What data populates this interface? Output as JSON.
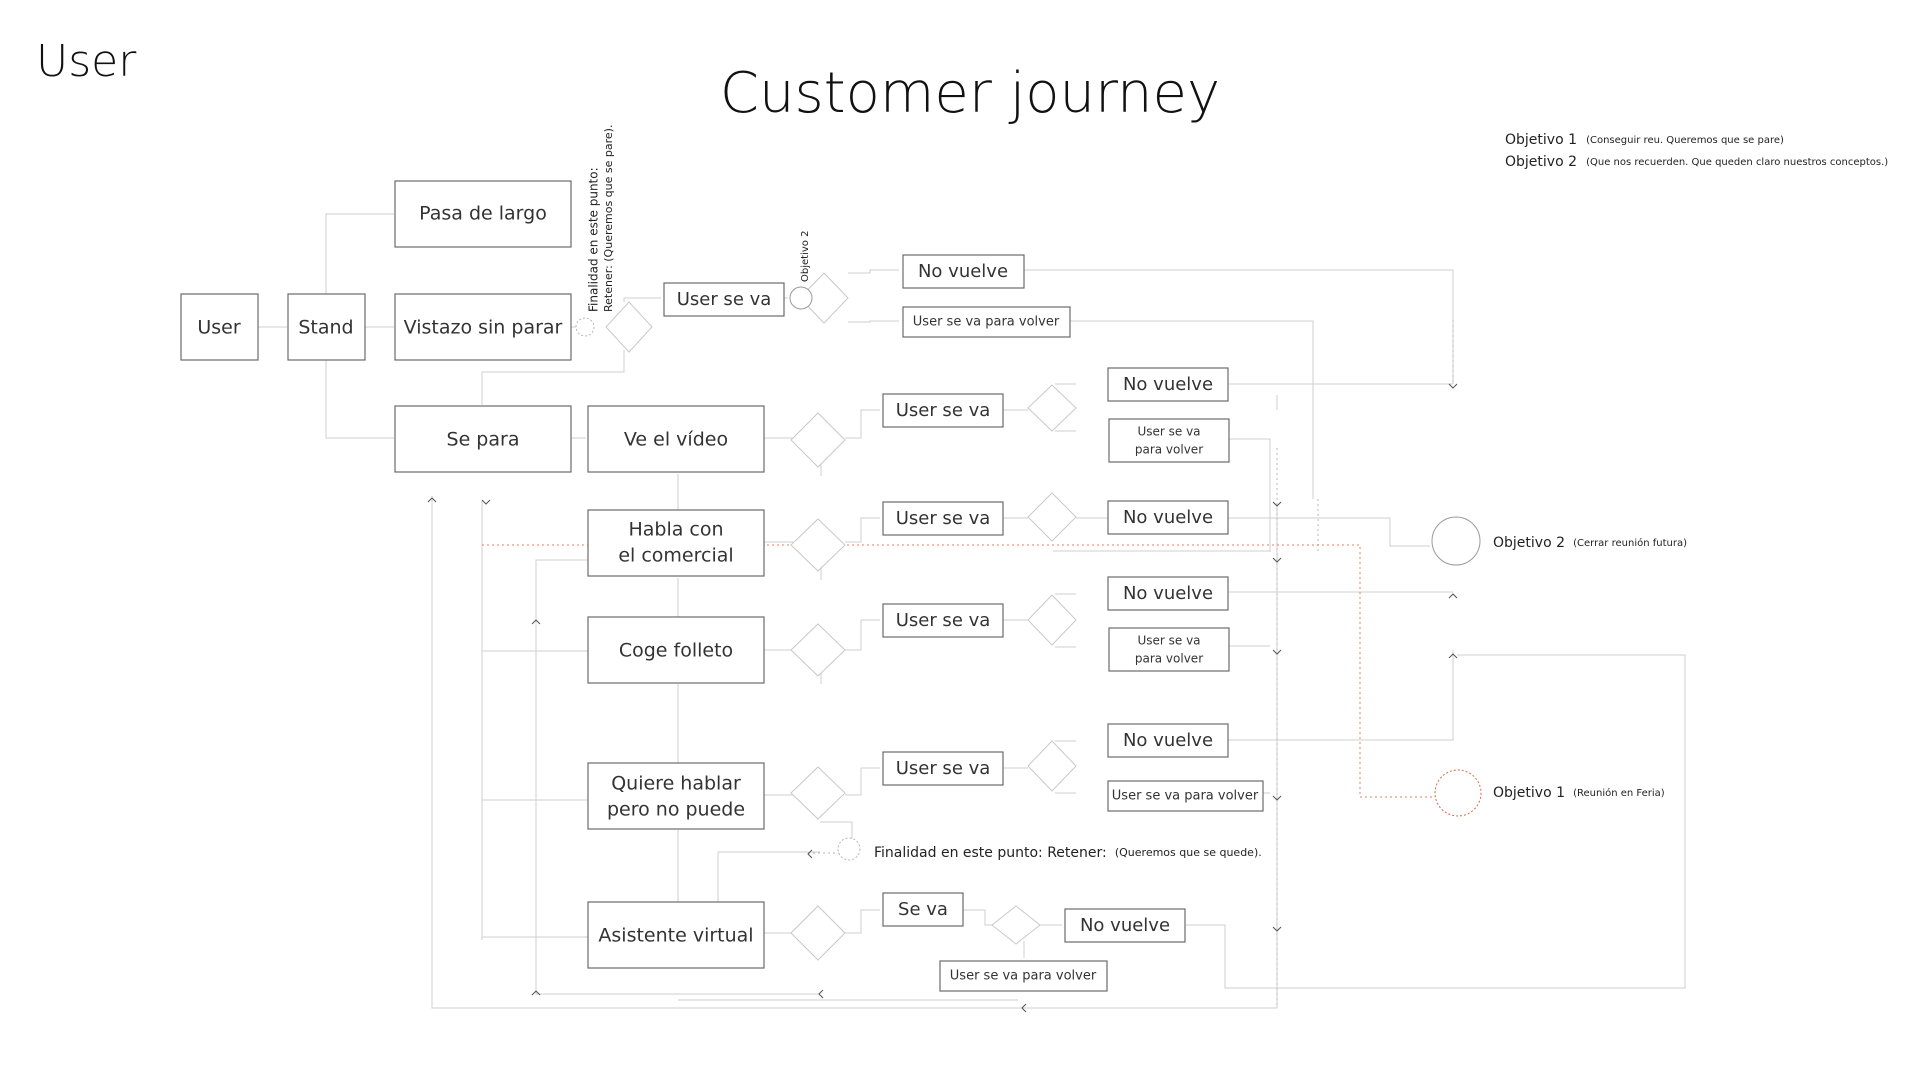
{
  "page": {
    "corner_label": "User",
    "title": "Customer journey"
  },
  "legend": {
    "obj1_main": "Objetivo 1",
    "obj1_note": "(Conseguir reu. Queremos que se pare)",
    "obj2_main": "Objetivo 2",
    "obj2_note": "(Que nos recuerden. Que queden claro nuestros conceptos.)"
  },
  "nodes": {
    "user": "User",
    "stand": "Stand",
    "pasa_de_largo": "Pasa de largo",
    "vistazo": "Vistazo sin parar",
    "se_para": "Se para",
    "ve_video": "Ve el vídeo",
    "habla_1": "Habla con",
    "habla_2": "el comercial",
    "coge_folleto": "Coge folleto",
    "quiere_1": "Quiere hablar",
    "quiere_2": "pero no puede",
    "asistente": "Asistente virtual",
    "top_se_va": "User se va",
    "top_no_vuelve": "No vuelve",
    "top_volver": "User se va para volver",
    "video_se_va": "User se va",
    "video_no_vuelve": "No vuelve",
    "video_volver_1": "User se va",
    "video_volver_2": "para volver",
    "habla_se_va": "User se va",
    "habla_no_vuelve": "No vuelve",
    "folleto_se_va": "User se va",
    "folleto_no_vuelve": "No vuelve",
    "folleto_volver_1": "User se va",
    "folleto_volver_2": "para volver",
    "quiere_se_va": "User se va",
    "quiere_no_vuelve": "No vuelve",
    "quiere_volver": "User se va para volver",
    "asist_se_va": "Se va",
    "asist_no_vuelve": "No vuelve",
    "asist_volver": "User se va para volver"
  },
  "annotations": {
    "vert_1": "Finalidad en este punto:",
    "vert_2": "Retener: (Queremos que se pare).",
    "objetivo2_small": "Objetivo 2",
    "retener_main": "Finalidad en este punto: Retener:",
    "retener_note": "(Queremos que se quede).",
    "goal2_main": "Objetivo 2",
    "goal2_note": "(Cerrar reunión futura)",
    "goal1_main": "Objetivo 1",
    "goal1_note": "(Reunión en Feria)"
  }
}
